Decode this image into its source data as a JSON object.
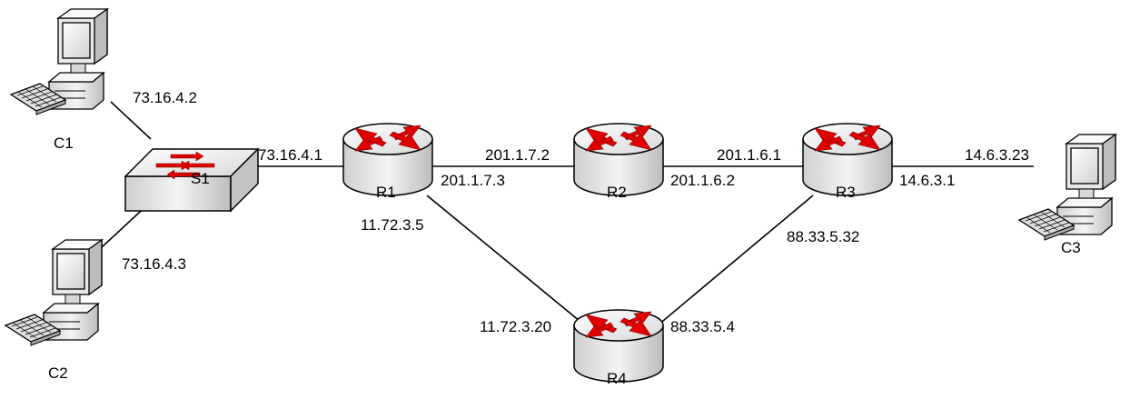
{
  "devices": {
    "C1": "C1",
    "C2": "C2",
    "C3": "C3",
    "S1": "S1",
    "R1": "R1",
    "R2": "R2",
    "R3": "R3",
    "R4": "R4"
  },
  "addresses": {
    "c1": "73.16.4.2",
    "c2": "73.16.4.3",
    "s1_r1": "73.16.4.1",
    "r1_r2": "201.1.7.3",
    "r2_r1": "201.1.7.2",
    "r2_r3": "201.1.6.2",
    "r3_r2": "201.1.6.1",
    "r3_c3": "14.6.3.1",
    "c3": "14.6.3.23",
    "r1_r4": "11.72.3.5",
    "r4_r1": "11.72.3.20",
    "r4_r3": "88.33.5.4",
    "r3_r4": "88.33.5.32"
  },
  "colors": {
    "router_arrow": "#e00000",
    "device_fill": "#f0f0f0",
    "outline": "#000000"
  },
  "icons": {
    "router": "router-icon",
    "switch": "switch-icon",
    "computer": "computer-icon"
  }
}
